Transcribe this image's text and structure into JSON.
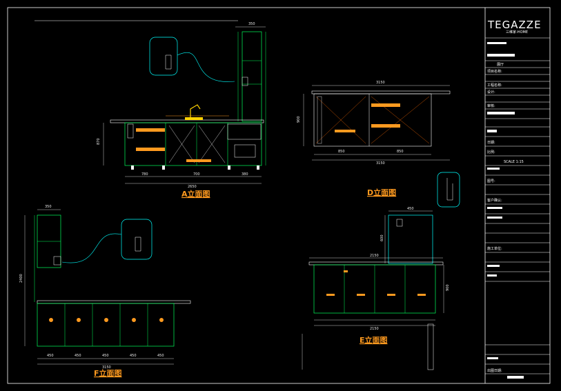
{
  "title_block": {
    "logo": "TEGAZZE",
    "logo_sub": "三维家-HOME",
    "rows": [
      "展厅",
      "项目名称:",
      "工程名称:",
      "设计:",
      "审核:",
      "日期:",
      "比例:",
      "图号:",
      "客户确认:",
      "施工单位:",
      "出图日期:"
    ],
    "ratio_text": "SCALE 1:15"
  },
  "views": {
    "a": {
      "title": "A立面图"
    },
    "d": {
      "title": "D立面图"
    },
    "e": {
      "title": "E立面图"
    },
    "f": {
      "title": "F立面图"
    }
  },
  "dims": {
    "a_top": "350",
    "a_w1": "780",
    "a_w2": "700",
    "a_w3": "380",
    "a_total": "2650",
    "a_h": "870",
    "d_top": "3150",
    "d_w1": "850",
    "d_w2": "850",
    "d_total": "3150",
    "d_h": "900",
    "f_top": "350",
    "f_cells": [
      "450",
      "450",
      "450",
      "450",
      "450"
    ],
    "f_total": "3150",
    "f_h": "2400",
    "e_top": "2150",
    "e_total": "2150",
    "e_h": "900",
    "e_box_w": "450",
    "e_box_h": "600"
  }
}
